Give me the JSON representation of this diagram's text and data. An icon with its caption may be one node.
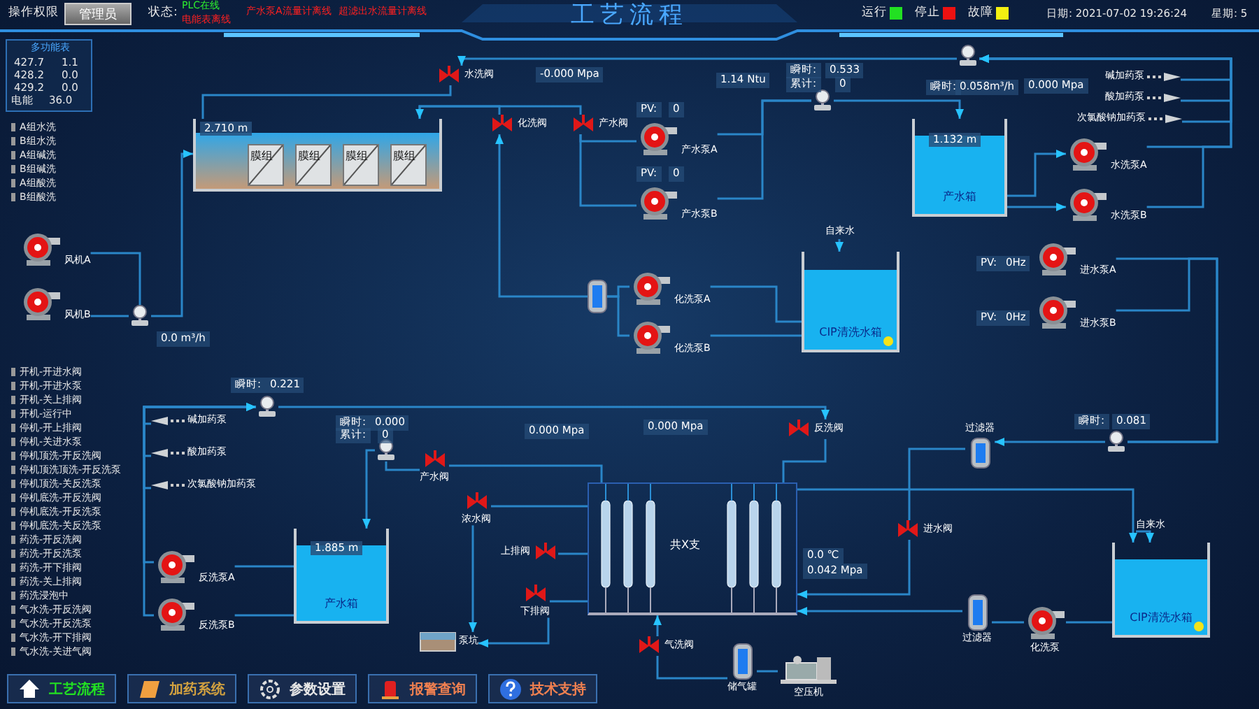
{
  "diagram": {
    "title": "工艺流程",
    "nodes": [
      {
        "text": [
          "2.710 m"
        ]
      },
      {
        "text": [
          "膜组"
        ],
        "in": 0
      },
      {
        "text": [
          "膜组"
        ],
        "in": 0
      },
      {
        "text": [
          "膜组"
        ],
        "in": 0
      },
      {
        "text": [
          "膜组"
        ],
        "in": 0
      },
      {
        "text": [
          "水洗阀"
        ]
      },
      {
        "text": [
          "化洗阀"
        ]
      },
      {
        "text": [
          "产水阀"
        ]
      },
      {
        "text": [
          "产水泵A"
        ]
      },
      {
        "text": [
          "产水泵B"
        ]
      },
      {
        "text": [
          "1.132 m",
          "产水箱"
        ]
      },
      {
        "text": [
          "水洗泵A"
        ]
      },
      {
        "text": [
          "水洗泵B"
        ]
      },
      {
        "text": [
          "碱加药泵"
        ]
      },
      {
        "text": [
          "酸加药泵"
        ]
      },
      {
        "text": [
          "次氯酸钠加药泵"
        ]
      },
      {
        "text": [
          "风机A"
        ]
      },
      {
        "text": [
          "风机B"
        ]
      },
      {
        "text": [
          "化洗泵A"
        ]
      },
      {
        "text": [
          "化洗泵B"
        ]
      },
      {
        "text": [
          "CIP清洗水箱"
        ]
      },
      {
        "text": [
          "自来水"
        ]
      },
      {
        "text": [],
        "shape": "cylinder"
      },
      {
        "text": [
          "进水泵A"
        ]
      },
      {
        "text": [
          "进水泵B"
        ]
      },
      {
        "text": [
          "碱加药泵"
        ]
      },
      {
        "text": [
          "酸加药泵"
        ]
      },
      {
        "text": [
          "次氯酸钠加药泵"
        ]
      },
      {
        "text": [
          "反洗泵A"
        ]
      },
      {
        "text": [
          "反洗泵B"
        ]
      },
      {
        "text": [
          "1.885 m",
          "产水箱"
        ]
      },
      {
        "text": [
          "产水阀"
        ]
      },
      {
        "text": [
          "浓水阀"
        ]
      },
      {
        "text": [
          "上排阀"
        ]
      },
      {
        "text": [
          "下排阀"
        ]
      },
      {
        "text": [
          "反洗阀"
        ]
      },
      {
        "text": [
          "泵坑"
        ]
      },
      {
        "text": [
          "共X支"
        ]
      },
      {
        "text": [
          "气洗阀"
        ]
      },
      {
        "text": [
          "储气罐"
        ]
      },
      {
        "text": [
          "空压机"
        ]
      },
      {
        "text": [
          "过滤器"
        ]
      },
      {
        "text": [
          "过滤器"
        ]
      },
      {
        "text": [
          "进水阀"
        ]
      },
      {
        "text": [
          "化洗泵"
        ]
      },
      {
        "text": [
          "CIP清洗水箱"
        ]
      },
      {
        "text": [
          "自来水"
        ]
      },
      {
        "text": [],
        "shape": "picture"
      },
      {
        "text": [],
        "shape": "picture"
      },
      {
        "text": [],
        "shape": "picture"
      },
      {
        "text": [],
        "shape": "picture"
      },
      {
        "text": [],
        "shape": "picture"
      },
      {
        "text": [],
        "shape": "picture"
      }
    ],
    "edges": [
      {
        "from": 16,
        "to": 49,
        "arrow": "none"
      },
      {
        "from": 17,
        "to": 49,
        "arrow": "none"
      },
      {
        "from": 49,
        "to": 0,
        "arrow": "to"
      },
      {
        "from": 0,
        "to": 5,
        "arrow": "none"
      },
      {
        "from": 0,
        "to": 7,
        "arrow": "none"
      },
      {
        "from": 6,
        "to": 0,
        "arrow": "to"
      },
      {
        "from": 7,
        "to": 8,
        "arrow": "none"
      },
      {
        "from": 7,
        "to": 9,
        "arrow": "none"
      },
      {
        "from": 8,
        "to": 48,
        "arrow": "none"
      },
      {
        "from": 9,
        "to": 48,
        "arrow": "none"
      },
      {
        "from": 48,
        "to": 10,
        "arrow": "to"
      },
      {
        "from": 10,
        "to": 11,
        "arrow": "to"
      },
      {
        "from": 10,
        "to": 12,
        "arrow": "to"
      },
      {
        "from": 11,
        "to": 47,
        "arrow": "none"
      },
      {
        "from": 12,
        "to": 47,
        "arrow": "none"
      },
      {
        "from": 13,
        "to": 47,
        "arrow": "to"
      },
      {
        "from": 14,
        "to": 47,
        "arrow": "to"
      },
      {
        "from": 15,
        "to": 47,
        "arrow": "to"
      },
      {
        "from": 47,
        "to": 5,
        "arrow": "to"
      },
      {
        "from": 18,
        "to": 22,
        "arrow": "none"
      },
      {
        "from": 19,
        "to": 22,
        "arrow": "none"
      },
      {
        "from": 22,
        "to": 6,
        "arrow": "to"
      },
      {
        "from": 20,
        "to": 18,
        "arrow": "none"
      },
      {
        "from": 20,
        "to": 19,
        "arrow": "none"
      },
      {
        "from": 21,
        "to": 20,
        "arrow": "to"
      },
      {
        "from": 23,
        "to": 52,
        "arrow": "none"
      },
      {
        "from": 24,
        "to": 52,
        "arrow": "none"
      },
      {
        "from": 52,
        "to": 41,
        "arrow": "to"
      },
      {
        "from": 41,
        "to": 43,
        "arrow": "none"
      },
      {
        "from": 43,
        "to": 37,
        "arrow": "to"
      },
      {
        "from": 42,
        "to": 37,
        "arrow": "to"
      },
      {
        "from": 44,
        "to": 42,
        "arrow": "none"
      },
      {
        "from": 45,
        "to": 44,
        "arrow": "none"
      },
      {
        "from": 46,
        "to": 45,
        "arrow": "to"
      },
      {
        "from": 37,
        "to": 45,
        "arrow": "to"
      },
      {
        "from": 30,
        "to": 28,
        "arrow": "none"
      },
      {
        "from": 30,
        "to": 29,
        "arrow": "none"
      },
      {
        "from": 28,
        "to": 50,
        "arrow": "none"
      },
      {
        "from": 29,
        "to": 50,
        "arrow": "none"
      },
      {
        "from": 25,
        "to": 50,
        "arrow": "to"
      },
      {
        "from": 26,
        "to": 50,
        "arrow": "to"
      },
      {
        "from": 27,
        "to": 50,
        "arrow": "to"
      },
      {
        "from": 50,
        "to": 35,
        "arrow": "to"
      },
      {
        "from": 35,
        "to": 37,
        "arrow": "none"
      },
      {
        "from": 37,
        "to": 31,
        "arrow": "none"
      },
      {
        "from": 31,
        "to": 51,
        "arrow": "none"
      },
      {
        "from": 51,
        "to": 30,
        "arrow": "to"
      },
      {
        "from": 37,
        "to": 32,
        "arrow": "none"
      },
      {
        "from": 32,
        "to": 36,
        "arrow": "to"
      },
      {
        "from": 37,
        "to": 33,
        "arrow": "none"
      },
      {
        "from": 37,
        "to": 34,
        "arrow": "none"
      },
      {
        "from": 34,
        "to": 36,
        "arrow": "to"
      },
      {
        "from": 38,
        "to": 37,
        "arrow": "to"
      },
      {
        "from": 39,
        "to": 38,
        "arrow": "none"
      },
      {
        "from": 40,
        "to": 39,
        "arrow": "none"
      }
    ],
    "labels": [
      "操作权限",
      "管理员",
      "状态:",
      "PLC在线",
      "电能表离线",
      "产水泵A流量计离线",
      "超滤出水流量计离线",
      "日期: 2021-07-02 19:26:24",
      "星期: 5",
      "多功能表",
      "427.7",
      "1.1",
      "428.2",
      "0.0",
      "429.2",
      "0.0",
      "电能",
      "36.0",
      "A组水洗",
      "B组水洗",
      "A组碱洗",
      "B组碱洗",
      "A组酸洗",
      "B组酸洗",
      "-0.000 Mpa",
      "1.14 Ntu",
      "瞬时:",
      "0.533",
      "累计:",
      "0",
      "PV:",
      "0",
      "PV:",
      "0",
      "瞬时:",
      "0.058m³/h",
      "0.000 Mpa",
      "0.0 m³/h",
      "PV:",
      "0Hz",
      "PV:",
      "0Hz",
      "开机-开进水阀",
      "开机-开进水泵",
      "开机-关上排阀",
      "开机-运行中",
      "停机-开上排阀",
      "停机-关进水泵",
      "停机顶洗-开反洗阀",
      "停机顶洗顶洗-开反洗泵",
      "停机顶洗-关反洗泵",
      "停机底洗-开反洗阀",
      "停机底洗-开反洗泵",
      "停机底洗-关反洗泵",
      "药洗-开反洗阀",
      "药洗-开反洗泵",
      "药洗-开下排阀",
      "药洗-关上排阀",
      "药洗浸泡中",
      "气水洗-开反洗阀",
      "气水洗-开反洗泵",
      "气水洗-开下排阀",
      "气水洗-关进气阀",
      "瞬时:",
      "0.221",
      "瞬时:",
      "0.000",
      "累计:",
      "0",
      "0.000 Mpa",
      "0.000 Mpa",
      "0.0 ℃",
      "0.042 Mpa",
      "瞬时:",
      "0.081",
      "工艺流程",
      "加药系统",
      "参数设置",
      "报警查询",
      "技术支持"
    ],
    "legend": [
      {
        "text": "运行",
        "color": "#22e022"
      },
      {
        "text": "停止",
        "color": "#ee1111"
      },
      {
        "text": "故障",
        "color": "#f4f011"
      }
    ]
  }
}
